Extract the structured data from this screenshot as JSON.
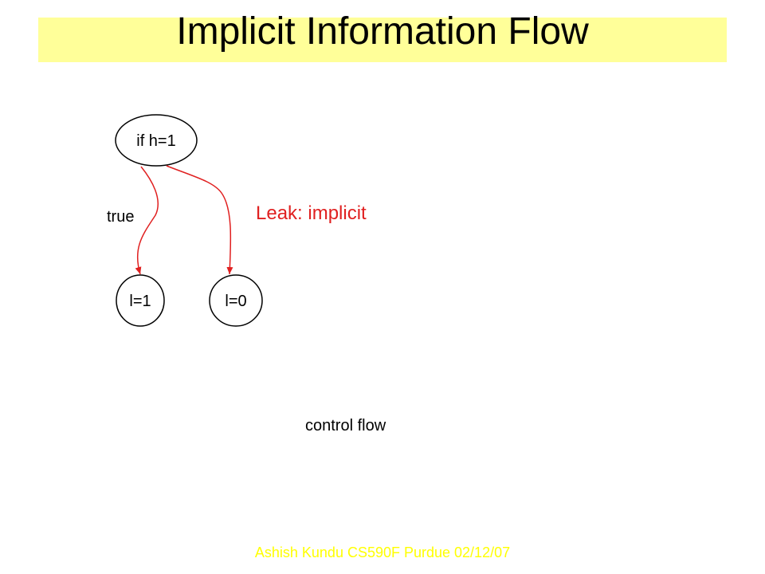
{
  "title": "Implicit Information Flow",
  "nodes": {
    "condition": "if h=1",
    "true_branch": "l=1",
    "false_branch": "l=0"
  },
  "edge_labels": {
    "true": "true",
    "leak": "Leak: implicit"
  },
  "caption": "control flow",
  "footer": "Ashish Kundu CS590F Purdue 02/12/07",
  "colors": {
    "title_background": "#ffff99",
    "edge": "#e02020",
    "leak_text": "#e02020",
    "footer_text": "#ffff00"
  }
}
